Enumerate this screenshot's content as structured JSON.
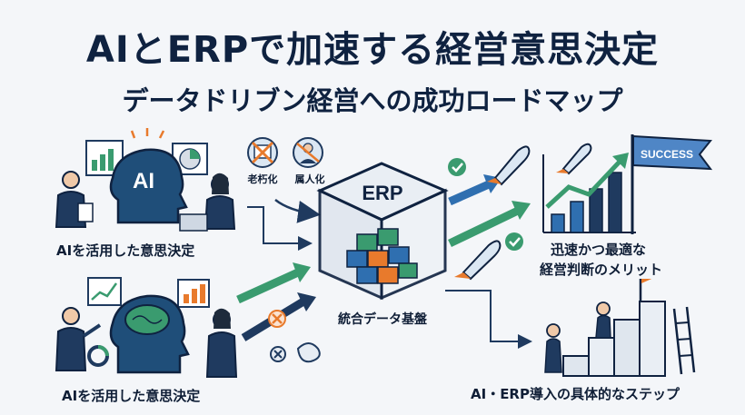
{
  "header": {
    "title": "AIとERPで加速する経営意思決定",
    "subtitle": "データドリブン経営への成功ロードマップ"
  },
  "left": {
    "top_label": "AIを活用した意思決定",
    "bottom_label": "AIを活用した意思決定",
    "ai_badge": "AI"
  },
  "issues": {
    "legacy": "老朽化",
    "personal": "属人化"
  },
  "center": {
    "erp_label": "ERP",
    "platform_label": "統合データ基盤"
  },
  "right": {
    "flag_text": "SUCCESS",
    "merit_line1": "迅速かつ最適な",
    "merit_line2": "経営判断のメリット",
    "steps_label": "AI・ERP導入の具体的なステップ"
  },
  "colors": {
    "navy": "#1f3a5f",
    "green": "#3a9b6f",
    "blue": "#2f6fb0",
    "orange": "#e87a2c",
    "teal": "#3f7f94"
  }
}
